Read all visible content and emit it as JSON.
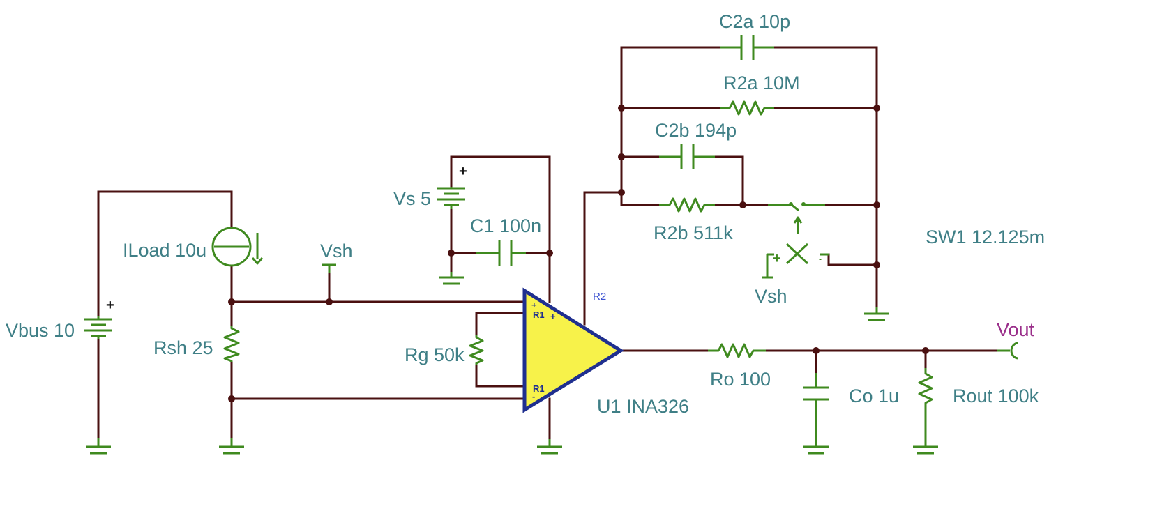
{
  "colors": {
    "wire": "#4a1010",
    "component": "#3f8a1f",
    "label": "#3f7f86",
    "opamp_fill": "#f7f24a",
    "opamp_outline": "#1f2f8f",
    "net_label_out": "#9a2e8a"
  },
  "labels": {
    "vbus": "Vbus 10",
    "iload": "ILoad 10u",
    "rsh": "Rsh 25",
    "vsh_net": "Vsh",
    "vs": "Vs 5",
    "c1": "C1 100n",
    "rg": "Rg 50k",
    "u1": "U1 INA326",
    "c2a": "C2a 10p",
    "r2a": "R2a 10M",
    "c2b": "C2b 194p",
    "r2b": "R2b 511k",
    "sw1": "SW1 12.125m",
    "vsh_switch": "Vsh",
    "ro": "Ro 100",
    "co": "Co 1u",
    "rout": "Rout 100k",
    "vout": "Vout"
  },
  "pins": {
    "r1_top": "R1",
    "r1_bottom": "R1",
    "r2": "R2",
    "in_plus": "+",
    "in_minus": "-",
    "r1_plus": "+",
    "switch_plus": "+"
  },
  "icons": [
    "battery-icon",
    "current-source-icon",
    "resistor-icon",
    "capacitor-icon",
    "ground-icon",
    "opamp-icon",
    "switch-icon",
    "voltage-controlled-switch-icon",
    "output-terminal-icon"
  ]
}
